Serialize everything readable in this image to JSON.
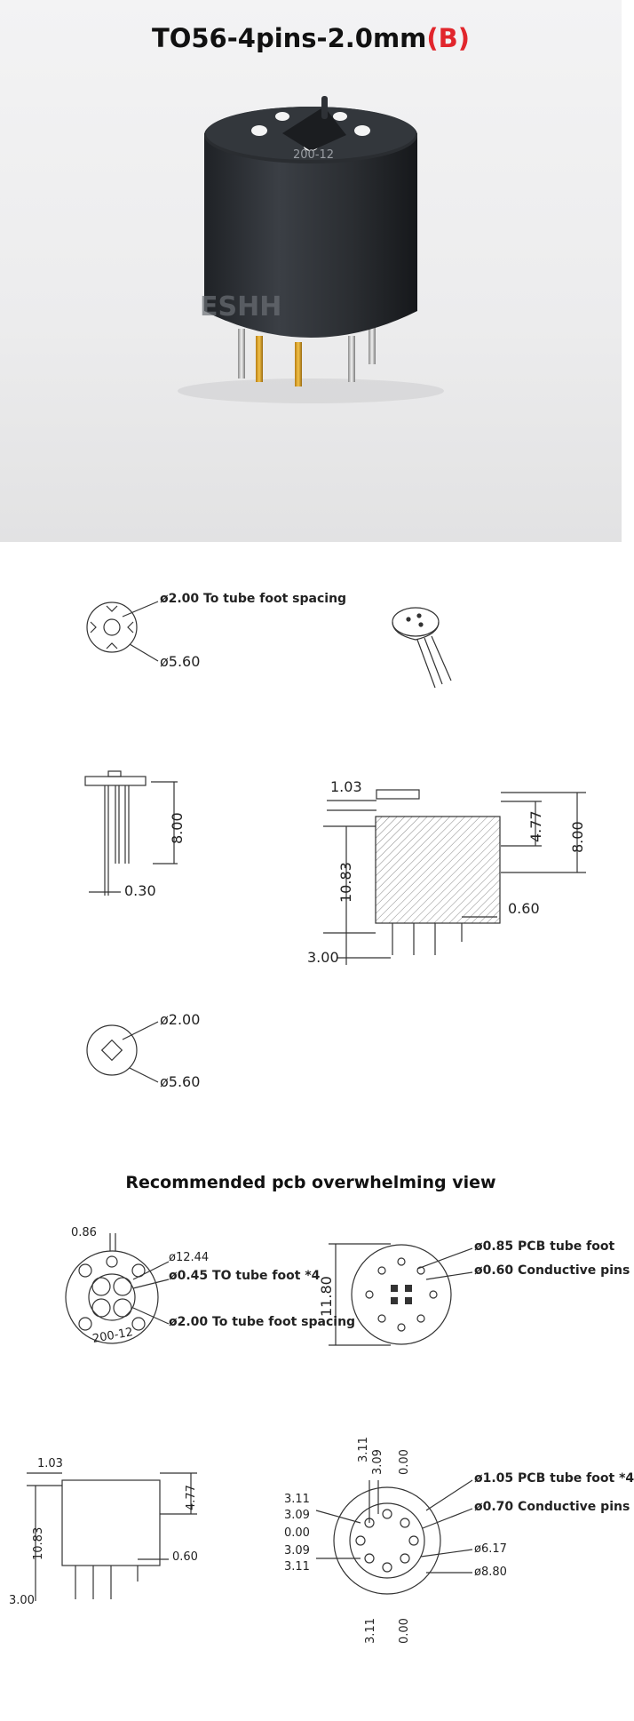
{
  "title": {
    "main": "TO56-4pins-2.0mm",
    "suffix_open": "(",
    "suffix_letter": "B",
    "suffix_close": ")",
    "accent_color": "#e1262c"
  },
  "photo": {
    "watermark": "ESHH",
    "body_marking": "200-12"
  },
  "top_view_1": {
    "dia_small": "ø2.00",
    "dia_small_note": "To tube foot spacing",
    "dia_large": "ø5.60"
  },
  "side_view_1": {
    "height": "8.00",
    "pin_width": "0.30"
  },
  "section_view": {
    "top_offset": "1.03",
    "inner_height": "4.77",
    "total_height": "8.00",
    "body_height": "10.83",
    "pin_dia": "0.60",
    "base": "3.00"
  },
  "top_view_2": {
    "dia_small": "ø2.00",
    "dia_large": "ø5.60"
  },
  "pcb_heading": "Recommended pcb overwhelming view",
  "pcb_left": {
    "gap": "0.86",
    "outer_dia": "ø12.44",
    "hole_dia": "ø0.45",
    "hole_note": "TO tube foot *4",
    "spacing_dia": "ø2.00",
    "spacing_note": "To tube foot spacing",
    "marking": "200-12"
  },
  "pcb_right": {
    "height": "11.80",
    "foot_dia": "ø0.85",
    "foot_note": "PCB tube foot",
    "pin_dia": "ø0.60",
    "pin_note": "Conductive pins"
  },
  "bottom_section": {
    "top_offset": "1.03",
    "inner_height": "4.77",
    "body_height": "10.83",
    "pin_dia": "0.60",
    "base": "3.00"
  },
  "bottom_pcb": {
    "top_ticks": [
      "3.11",
      "3.09",
      "0.00"
    ],
    "left_ticks": [
      "3.11",
      "3.09",
      "0.00",
      "3.09",
      "3.11"
    ],
    "bottom_ticks": [
      "3.11",
      "0.00"
    ],
    "foot_dia": "ø1.05",
    "foot_note": "PCB tube foot *4",
    "pin_dia": "ø0.70",
    "pin_note": "Conductive pins",
    "inner_dia": "ø6.17",
    "outer_dia": "ø8.80"
  }
}
